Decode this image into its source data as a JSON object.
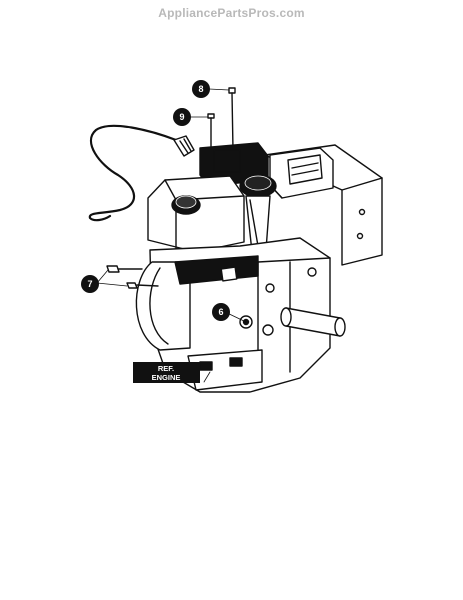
{
  "watermark": "AppliancePartsPros.com",
  "callouts": {
    "c6": "6",
    "c7": "7",
    "c8": "8",
    "c9": "9"
  },
  "ref_label": {
    "line1": "REF.",
    "line2": "ENGINE"
  }
}
